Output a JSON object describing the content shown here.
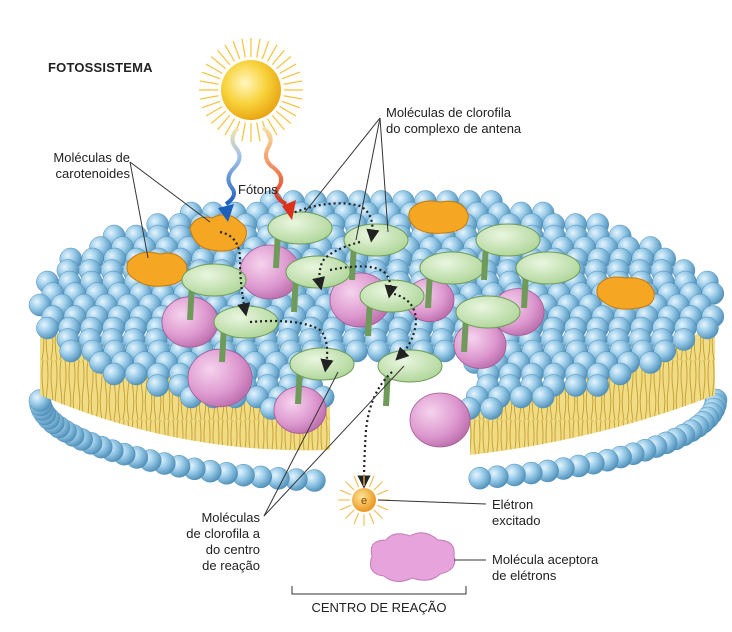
{
  "title": "FOTOSSISTEMA",
  "labels": {
    "photons": "Fótons",
    "carotenoids": [
      "Moléculas de",
      "carotenoides"
    ],
    "antenna": [
      "Moléculas de clorofila",
      "do complexo de antena"
    ],
    "reaction_chlorophyll": [
      "Moléculas",
      "de clorofila a",
      "do centro",
      "de reação"
    ],
    "electron": [
      "Elétron",
      "excitado"
    ],
    "acceptor": [
      "Molécula aceptora",
      "de elétrons"
    ],
    "reaction_center": "CENTRO DE REAÇÃO",
    "electron_symbol": "e"
  },
  "colors": {
    "sphere": "#8cc4e6",
    "sphere_edge": "#4f8fb8",
    "lipid_tail": "#e9cf62",
    "chlorophyll": "#c7e6b3",
    "chlorophyll_edge": "#6f9a5a",
    "protein": "#d98fc8",
    "carotenoid": "#f5a623",
    "sun": "#f7c51e",
    "electron": "#f2a51c",
    "acceptor": "#e6a3dc",
    "photon_blue": "#2a6cc4",
    "photon_red": "#e64426"
  },
  "icons": [
    "sun-icon",
    "photon-wave-blue",
    "photon-wave-red",
    "electron-icon",
    "acceptor-molecule-icon"
  ]
}
